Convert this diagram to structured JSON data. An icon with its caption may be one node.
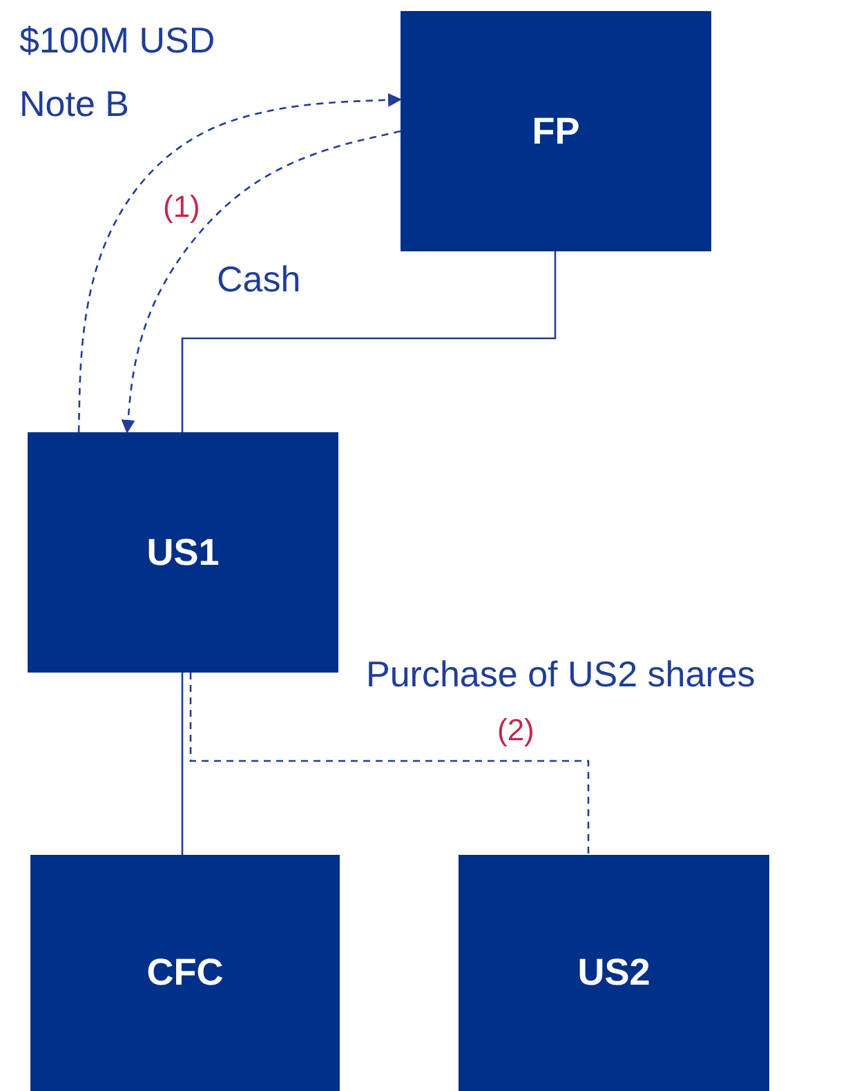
{
  "diagram": {
    "nodes": [
      {
        "text": [
          "FP"
        ]
      },
      {
        "text": [
          "US1"
        ]
      },
      {
        "text": [
          "CFC"
        ]
      },
      {
        "text": [
          "US2"
        ]
      }
    ],
    "edges": [
      {
        "from": 0,
        "to": 1,
        "arrow": "none"
      },
      {
        "from": 1,
        "to": 0,
        "arrow": "to",
        "style": "dashed"
      },
      {
        "from": 0,
        "to": 1,
        "arrow": "to",
        "style": "dashed"
      },
      {
        "from": 1,
        "to": 2,
        "arrow": "none"
      },
      {
        "from": 1,
        "to": 3,
        "arrow": "none",
        "style": "dashed"
      }
    ],
    "labels": [
      "$100M USD",
      "Note B",
      "(1)",
      "Cash",
      "Purchase of US2 shares",
      "(2)"
    ]
  }
}
